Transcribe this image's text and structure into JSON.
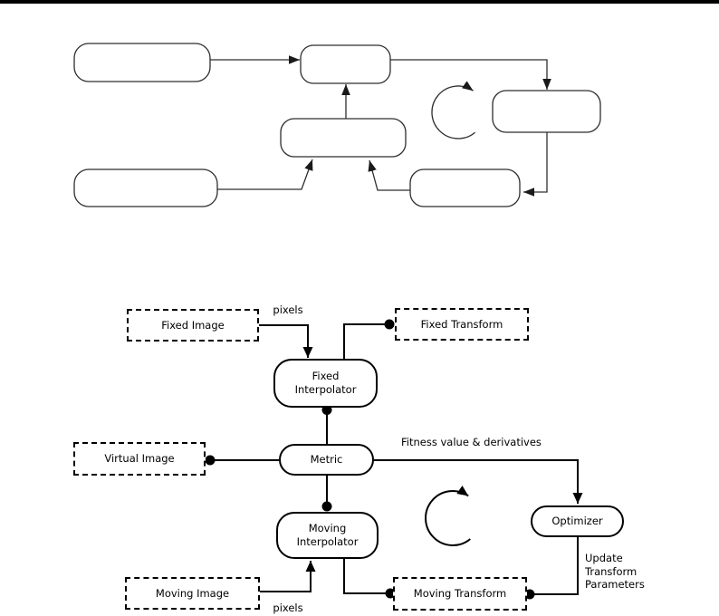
{
  "palette": {
    "background": "#ffffff",
    "ink": "#000000",
    "top_diagram_ink": "#2e2e2e"
  },
  "header_rule": {
    "color": "#000000"
  },
  "top_diagram": {
    "icons": {
      "loop": "clockwise-circular-arrow-icon"
    }
  },
  "bottom_diagram": {
    "nodes": {
      "fixed_image": {
        "label": "Fixed Image"
      },
      "fixed_transform": {
        "label": "Fixed Transform"
      },
      "fixed_interpolator": {
        "label": "Fixed\nInterpolator"
      },
      "virtual_image": {
        "label": "Virtual Image"
      },
      "metric": {
        "label": "Metric"
      },
      "moving_interpolator": {
        "label": "Moving\nInterpolator"
      },
      "moving_image": {
        "label": "Moving Image"
      },
      "moving_transform": {
        "label": "Moving Transform"
      },
      "optimizer": {
        "label": "Optimizer"
      }
    },
    "edge_labels": {
      "pixels_top": "pixels",
      "pixels_bottom": "pixels",
      "fitness": "Fitness value & derivatives",
      "update": "Update\nTransform\nParameters"
    },
    "icons": {
      "loop": "clockwise-circular-arrow-icon"
    }
  }
}
